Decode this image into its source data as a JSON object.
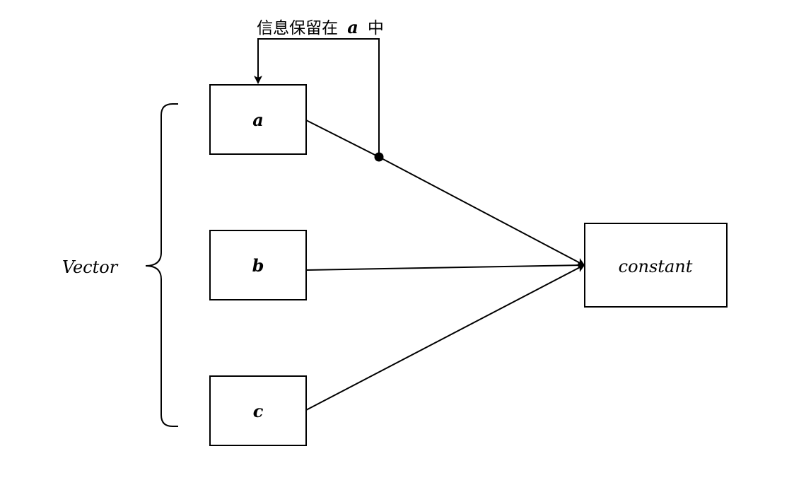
{
  "annotation": {
    "prefix": "信息保留在",
    "variable": "a",
    "suffix": "中"
  },
  "group_label": "Vector",
  "nodes": {
    "a": "a",
    "b": "b",
    "c": "c",
    "target": "constant"
  }
}
